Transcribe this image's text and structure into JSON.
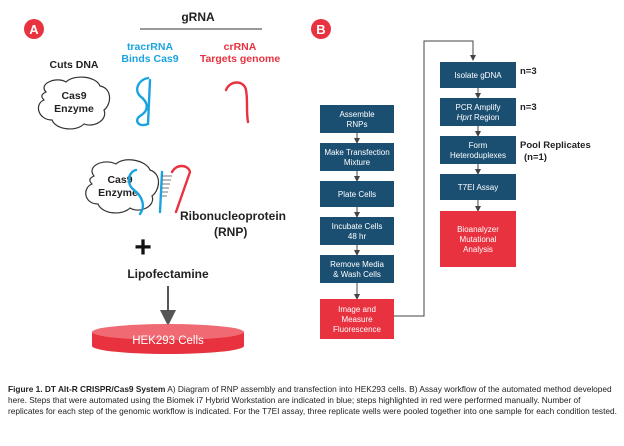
{
  "panel_a": {
    "badge": "A",
    "grna_label": "gRNA",
    "cuts_dna": "Cuts DNA",
    "enzyme_line1": "Cas9",
    "enzyme_line2": "Enzyme",
    "tracr_line1": "tracrRNA",
    "tracr_line2": "Binds Cas9",
    "cr_line1": "crRNA",
    "cr_line2": "Targets genome",
    "rnp_enzyme_line1": "Cas9",
    "rnp_enzyme_line2": "Enzyme",
    "rnp_line1": "Ribonucleoprotein",
    "rnp_line2": "(RNP)",
    "plus": "+",
    "lipofectamine": "Lipofectamine",
    "cells": "HEK293 Cells"
  },
  "panel_b": {
    "badge": "B",
    "left_steps": [
      {
        "lines": [
          "Assemble",
          "RNPs"
        ],
        "color": "#1b4f72"
      },
      {
        "lines": [
          "Make Transfection",
          "Mixture"
        ],
        "color": "#1b4f72"
      },
      {
        "lines": [
          "Plate Cells"
        ],
        "color": "#1b4f72"
      },
      {
        "lines": [
          "Incubate Cells",
          "48 hr"
        ],
        "color": "#1b4f72"
      },
      {
        "lines": [
          "Remove Media",
          "& Wash Cells"
        ],
        "color": "#1b4f72"
      },
      {
        "lines": [
          "Image and",
          "Measure",
          "Fluorescence"
        ],
        "color": "#e8323f"
      }
    ],
    "right_steps": [
      {
        "lines": [
          "Isolate gDNA"
        ],
        "color": "#1b4f72",
        "note": [
          "n=3"
        ]
      },
      {
        "lines": [
          "PCR Amplify",
          "Hprt Region"
        ],
        "color": "#1b4f72",
        "note": [
          "n=3"
        ]
      },
      {
        "lines": [
          "Form",
          "Heteroduplexes"
        ],
        "color": "#1b4f72",
        "note": [
          "Pool Replicates",
          "(n=1)"
        ]
      },
      {
        "lines": [
          "T7EI Assay"
        ],
        "color": "#1b4f72",
        "note": []
      },
      {
        "lines": [
          "Bioanalyzer",
          "Mutational",
          "Analysis"
        ],
        "color": "#e8323f",
        "note": []
      }
    ]
  },
  "colors": {
    "blue_step": "#1b4f72",
    "red_step": "#e8323f",
    "tracr": "#1aa3e0",
    "crrna": "#e8323f",
    "badge": "#e8323f"
  },
  "caption": {
    "bold": "Figure 1. DT Alt-R CRISPR/Cas9 System",
    "text": " A) Diagram of RNP assembly and transfection into HEK293 cells. B) Assay workflow of the automated method developed here. Steps that were automated using the Biomek i7 Hybrid Workstation are indicated in blue; steps highlighted in red were performed manually. Number of replicates for each step of the genomic workflow is indicated. For the T7EI assay, three replicate wells were pooled together into one sample for each condition tested."
  }
}
